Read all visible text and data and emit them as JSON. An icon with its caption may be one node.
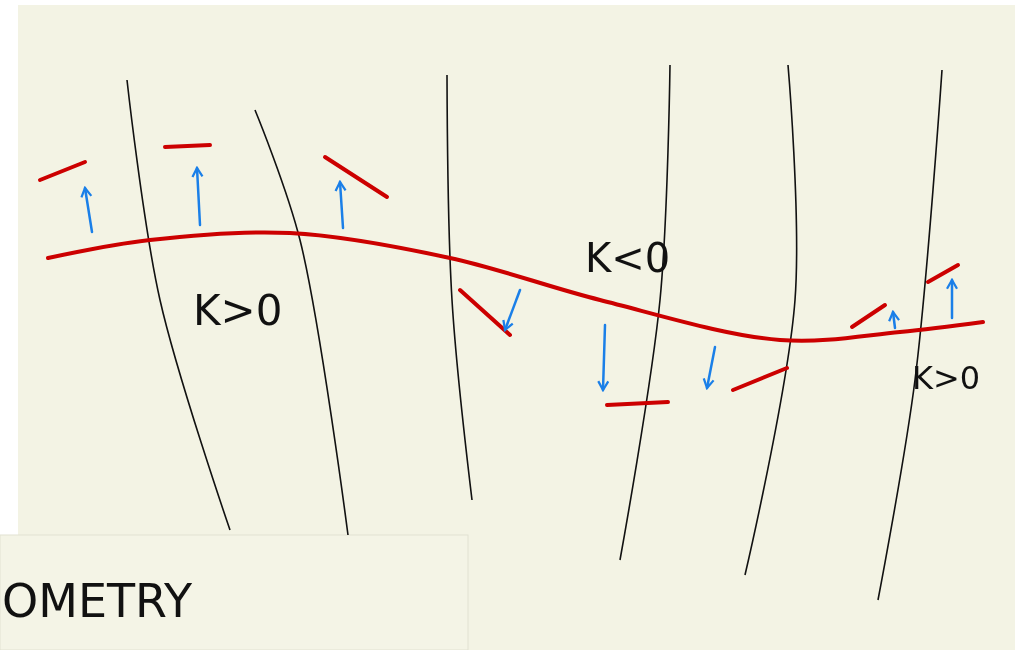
{
  "diagram": {
    "labels": [
      "K>0",
      "K<0",
      "K>0",
      "OMETRY"
    ]
  }
}
